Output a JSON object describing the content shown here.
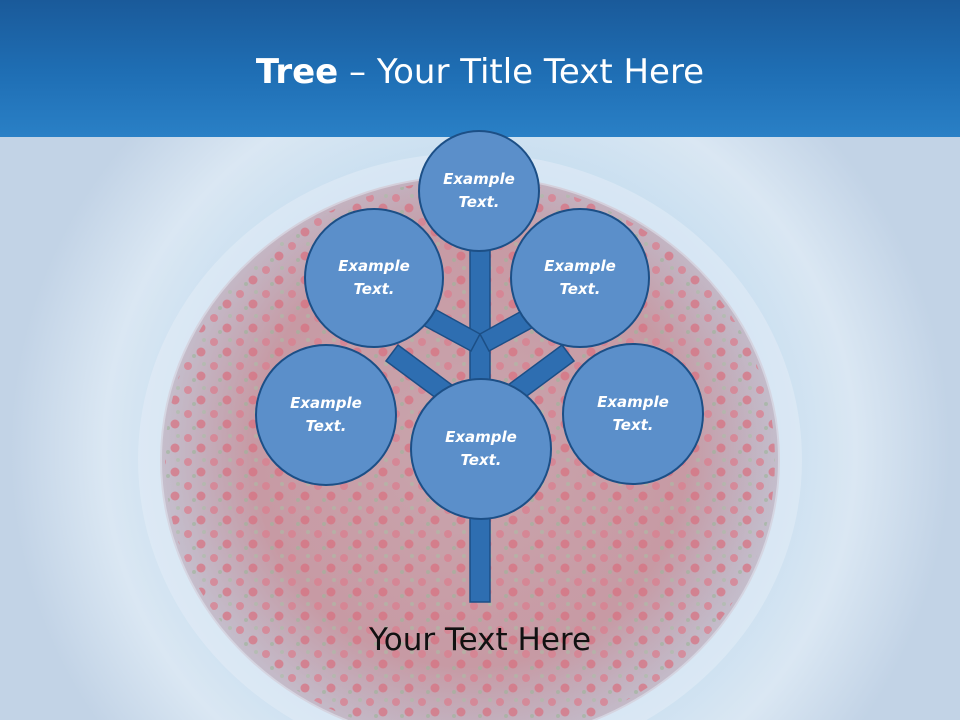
{
  "title": {
    "bold": "Tree",
    "rest": " – Your Title Text Here"
  },
  "nodes": [
    {
      "id": "top",
      "label": "Example\nText."
    },
    {
      "id": "upper-left",
      "label": "Example\nText."
    },
    {
      "id": "upper-right",
      "label": "Example\nText."
    },
    {
      "id": "lower-left",
      "label": "Example\nText."
    },
    {
      "id": "center",
      "label": "Example\nText."
    },
    {
      "id": "lower-right",
      "label": "Example\nText."
    }
  ],
  "caption": "Your Text Here",
  "colors": {
    "header": "#1f6fb5",
    "node_fill": "#5b8fca",
    "node_border": "#1c4f86",
    "branch": "#2e6eb1"
  }
}
